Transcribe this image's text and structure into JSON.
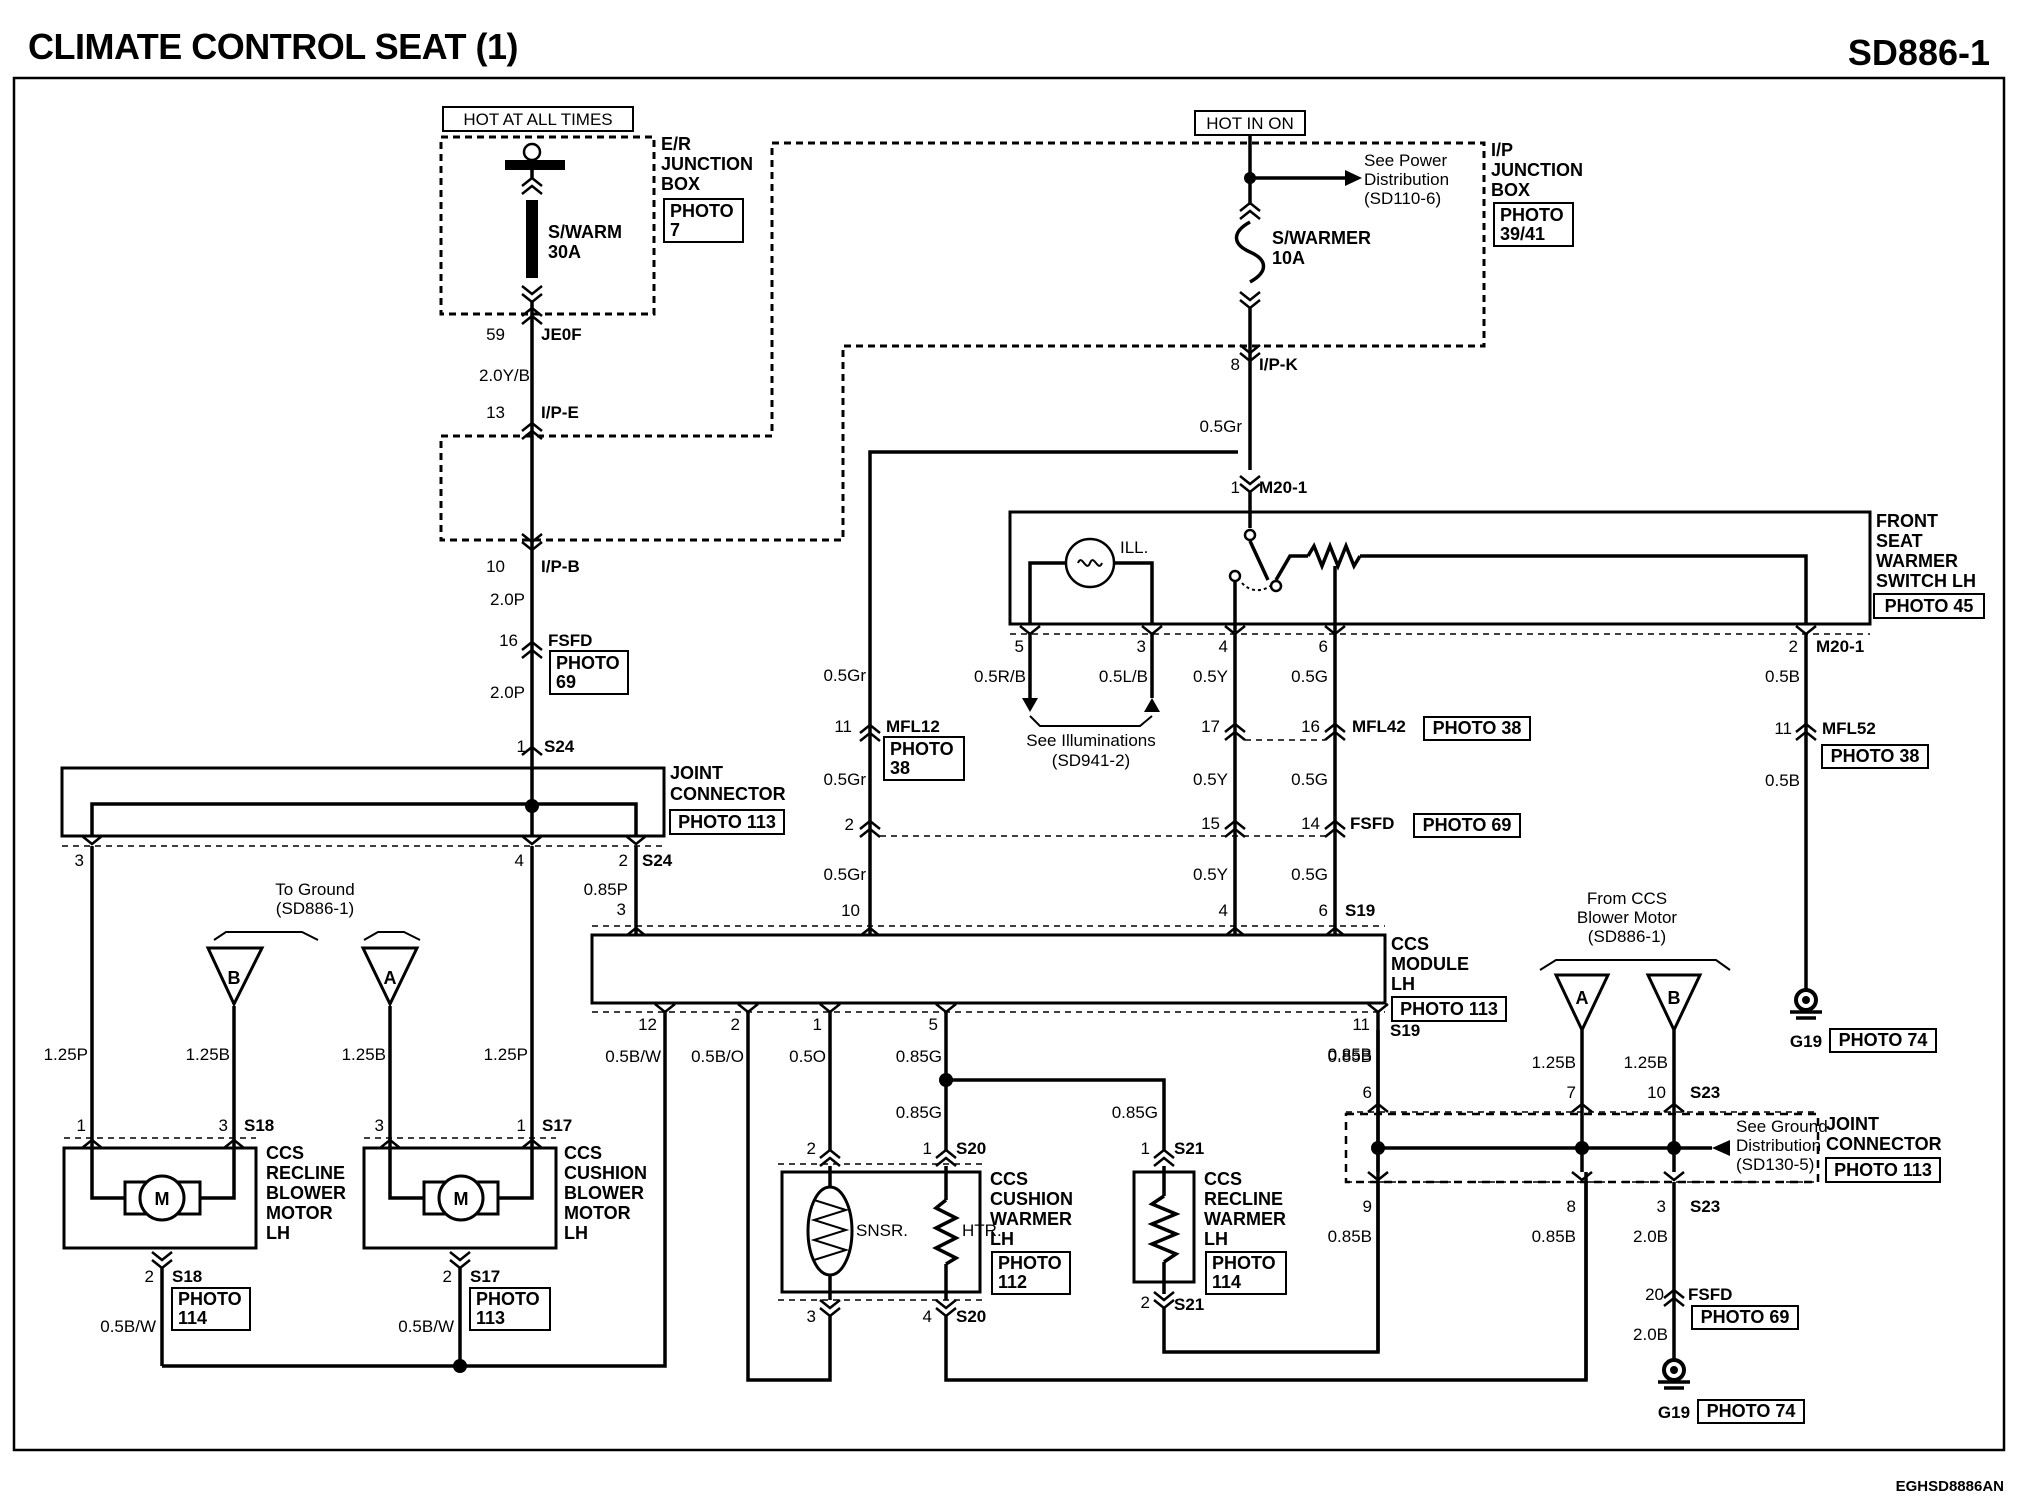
{
  "header": {
    "title": "CLIMATE CONTROL SEAT (1)",
    "code": "SD886-1"
  },
  "footer": {
    "code": "EGHSD8886AN"
  },
  "tags": {
    "hot_at_all_times": "HOT AT ALL TIMES",
    "hot_in_on": "HOT IN ON",
    "to_ground": "To Ground",
    "to_ground_ref": "(SD886-1)",
    "from_blower_1": "From CCS",
    "from_blower_2": "Blower Motor",
    "from_blower_ref": "(SD886-1)",
    "see_power_1": "See Power",
    "see_power_2": "Distribution",
    "see_power_ref": "(SD110-6)",
    "see_illum_1": "See Illuminations",
    "see_illum_ref": "(SD941-2)",
    "see_ground_1": "See Ground",
    "see_ground_2": "Distribution",
    "see_ground_ref": "(SD130-5)"
  },
  "components": {
    "er_jb_1": "E/R",
    "er_jb_2": "JUNCTION",
    "er_jb_3": "BOX",
    "ip_jb_1": "I/P",
    "ip_jb_2": "JUNCTION",
    "ip_jb_3": "BOX",
    "fuse_swarm_1": "S/WARM",
    "fuse_swarm_2": "30A",
    "fuse_swarmer_1": "S/WARMER",
    "fuse_swarmer_2": "10A",
    "fsw_1": "FRONT",
    "fsw_2": "SEAT",
    "fsw_3": "WARMER",
    "fsw_4": "SWITCH LH",
    "ill": "ILL.",
    "jc_1": "JOINT",
    "jc_2": "CONNECTOR",
    "ccs_1": "CCS",
    "ccs_2": "MODULE",
    "ccs_3": "LH",
    "rbm_1": "CCS",
    "rbm_2": "RECLINE",
    "rbm_3": "BLOWER",
    "rbm_4": "MOTOR",
    "rbm_5": "LH",
    "cbm_1": "CCS",
    "cbm_2": "CUSHION",
    "cbm_3": "BLOWER",
    "cbm_4": "MOTOR",
    "cbm_5": "LH",
    "cw_1": "CCS",
    "cw_2": "CUSHION",
    "cw_3": "WARMER",
    "cw_4": "LH",
    "rw_1": "CCS",
    "rw_2": "RECLINE",
    "rw_3": "WARMER",
    "rw_4": "LH",
    "motor_m": "M",
    "snsr": "SNSR.",
    "htr": "HTR.",
    "flag_a": "A",
    "flag_b": "B",
    "g19": "G19"
  },
  "photos": {
    "p_word": "PHOTO",
    "p7": "7",
    "p39": "39/41",
    "p69": "69",
    "p38": "38",
    "p45": "PHOTO 45",
    "p113": "PHOTO 113",
    "p38b": "PHOTO 38",
    "p69b": "PHOTO 69",
    "p74": "PHOTO 74",
    "p114": "114",
    "p113s": "113",
    "p112": "112"
  },
  "connectors": {
    "je0f": "JE0F",
    "ipe": "I/P-E",
    "ipb": "I/P-B",
    "ipk": "I/P-K",
    "fsfd": "FSFD",
    "s24": "S24",
    "m201": "M20-1",
    "mfl12": "MFL12",
    "mfl42": "MFL42",
    "mfl52": "MFL52",
    "s19": "S19",
    "s18": "S18",
    "s17": "S17",
    "s20": "S20",
    "s21": "S21",
    "s23": "S23"
  },
  "pins": {
    "p59": "59",
    "p13": "13",
    "p10": "10",
    "p16": "16",
    "p1": "1",
    "p8": "8",
    "p3": "3",
    "p4": "4",
    "p2": "2",
    "p11": "11",
    "p5": "5",
    "p6": "6",
    "p17": "17",
    "p15": "15",
    "p14": "14",
    "p12": "12",
    "p7": "7",
    "p9": "9",
    "p20": "20"
  },
  "wires": {
    "w20yb": "2.0Y/B",
    "w20p": "2.0P",
    "w05gr": "0.5Gr",
    "w085p": "0.85P",
    "w125p": "1.25P",
    "w125b": "1.25B",
    "w05bw": "0.5B/W",
    "w05bo": "0.5B/O",
    "w05o": "0.5O",
    "w085g": "0.85G",
    "w085b": "0.85B",
    "w05rb": "0.5R/B",
    "w05lb": "0.5L/B",
    "w05y": "0.5Y",
    "w05g": "0.5G",
    "w05b": "0.5B",
    "w20b": "2.0B"
  }
}
